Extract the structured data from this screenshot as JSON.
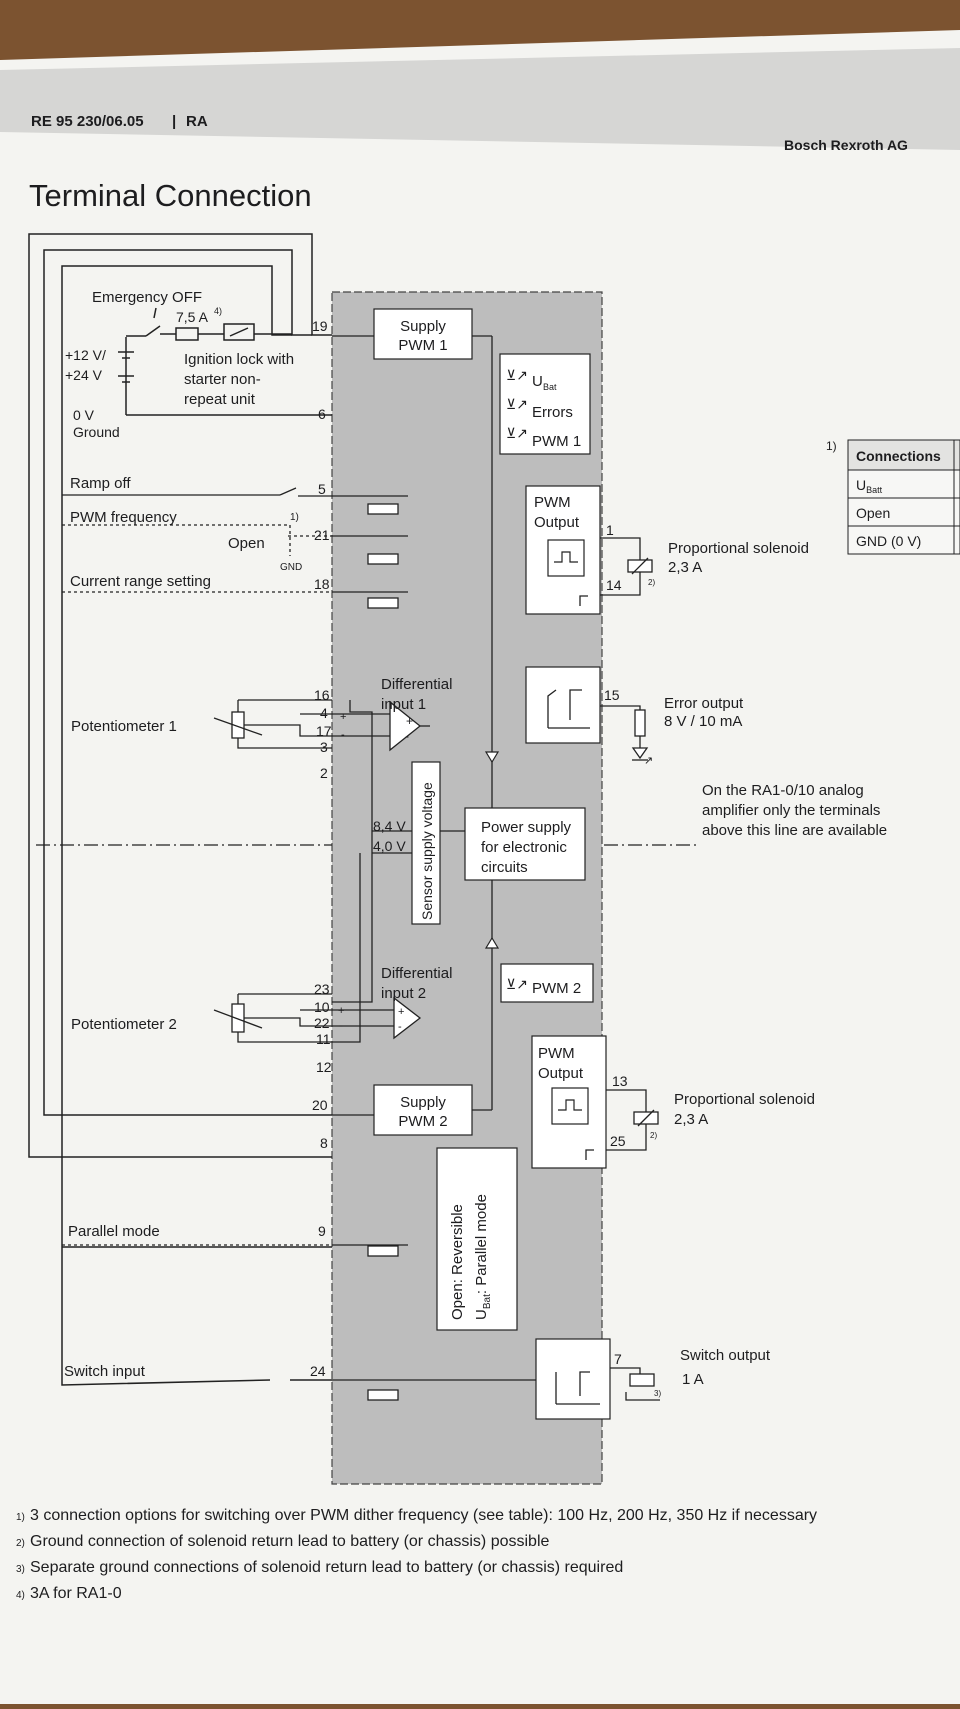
{
  "header": {
    "doc_code": "RE 95 230/06.05",
    "separator": "|",
    "doc_suffix": "RA",
    "company": "Bosch Rexroth AG"
  },
  "title": "Terminal Connection",
  "left": {
    "emergency": "Emergency OFF",
    "fuse": "7,5 A",
    "fuse_note": "4)",
    "ign1": "Ignition lock with",
    "ign2": "starter non-",
    "ign3": "repeat unit",
    "v12": "+12 V/",
    "v24": "+24 V",
    "v0": "0 V",
    "ground": "Ground",
    "ramp_off": "Ramp off",
    "pwm_freq": "PWM frequency",
    "freq_note": "1)",
    "open": "Open",
    "gnd": "GND",
    "current_range": "Current range setting",
    "pot1": "Potentiometer 1",
    "pot2": "Potentiometer 2",
    "parallel_mode": "Parallel mode",
    "switch_input": "Switch input"
  },
  "terminals": {
    "t19": "19",
    "t6": "6",
    "t5": "5",
    "t21": "21",
    "t18": "18",
    "t16": "16",
    "t4": "4",
    "t17": "17",
    "t3": "3",
    "t2": "2",
    "t23": "23",
    "t10": "10",
    "t22": "22",
    "t11": "11",
    "t12": "12",
    "t20": "20",
    "t8": "8",
    "t9": "9",
    "t24": "24",
    "t1": "1",
    "t14": "14",
    "t15": "15",
    "t13": "13",
    "t25": "25",
    "t7": "7",
    "plus": "+",
    "minus": "-"
  },
  "blocks": {
    "supply1_a": "Supply",
    "supply1_b": "PWM 1",
    "led_ubat": "U",
    "led_ubat_sub": "Bat",
    "led_errors": "Errors",
    "led_pwm1": "PWM 1",
    "pwm_out": "PWM",
    "pwm_out2": "Output",
    "diff1_a": "Differential",
    "diff1_b": "input 1",
    "diff2_a": "Differential",
    "diff2_b": "input 2",
    "sensor": "Sensor supply voltage",
    "v84": "8,4 V",
    "v40": "4,0 V",
    "psu_a": "Power supply",
    "psu_b": "for electronic",
    "psu_c": "circuits",
    "led_pwm2": "PWM 2",
    "supply2_a": "Supply",
    "supply2_b": "PWM 2",
    "mode_a": "Open: Reversible",
    "mode_b": "U",
    "mode_b_sub": "Bat",
    "mode_b_rest": ": Parallel mode"
  },
  "right": {
    "sol1_a": "Proportional solenoid",
    "sol1_b": "2,3 A",
    "note2": "2)",
    "err_a": "Error output",
    "err_b": "8 V / 10 mA",
    "ra1_a": "On the RA1-0/10 analog",
    "ra1_b": "amplifier only the terminals",
    "ra1_c": "above this line are available",
    "sol2_a": "Proportional solenoid",
    "sol2_b": "2,3 A",
    "sw_a": "Switch output",
    "sw_b": "1 A",
    "note3": "3)"
  },
  "table": {
    "note": "1)",
    "header": "Connections",
    "r1": "U",
    "r1_sub": "Batt",
    "r2": "Open",
    "r3": "GND (0 V)"
  },
  "footnotes": [
    {
      "num": "1)",
      "text": "3 connection options for switching over PWM dither frequency (see table): 100 Hz, 200 Hz, 350 Hz if necessary"
    },
    {
      "num": "2)",
      "text": "Ground connection of solenoid return lead to battery (or chassis) possible"
    },
    {
      "num": "3)",
      "text": "Separate ground connections of solenoid return lead to battery (or chassis) required"
    },
    {
      "num": "4)",
      "text": "3A for RA1-0"
    }
  ]
}
